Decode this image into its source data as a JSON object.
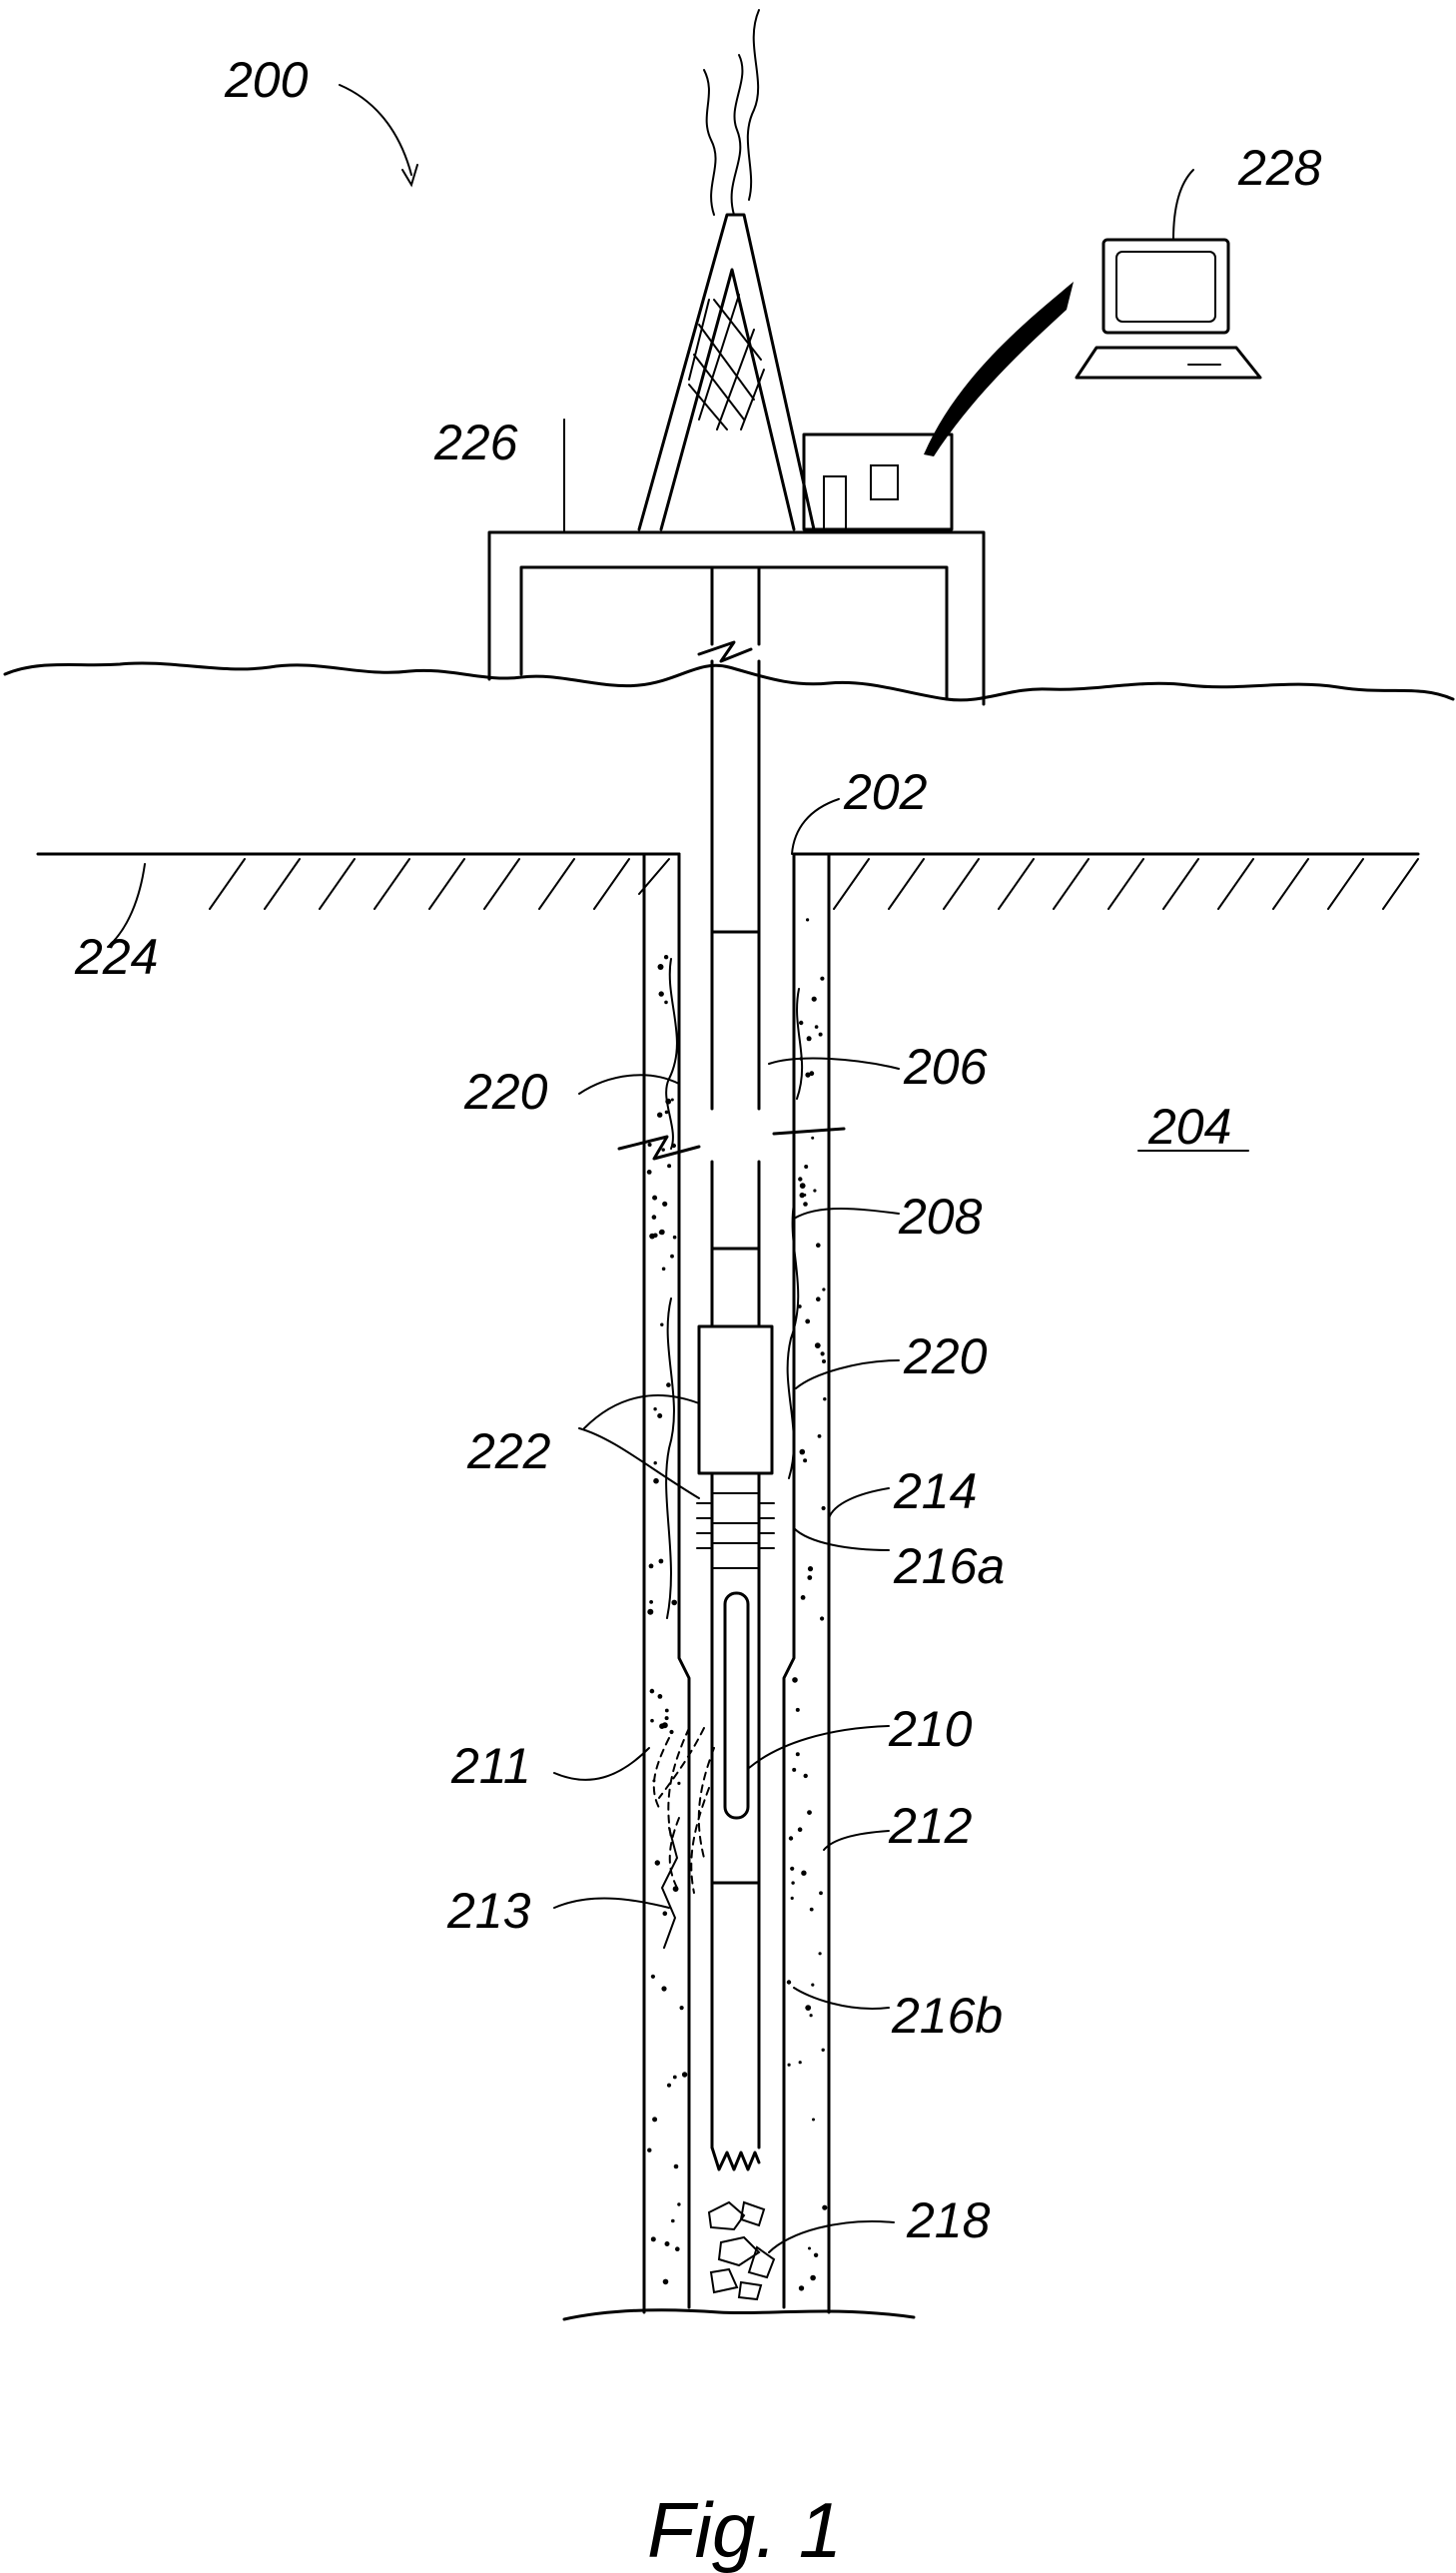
{
  "figure": {
    "caption": "Fig. 1",
    "labels": {
      "l200": "200",
      "l202": "202",
      "l204": "204",
      "l206": "206",
      "l208": "208",
      "l210": "210",
      "l211": "211",
      "l212": "212",
      "l213": "213",
      "l214": "214",
      "l216a": "216a",
      "l216b": "216b",
      "l218": "218",
      "l220a": "220",
      "l220b": "220",
      "l222": "222",
      "l224": "224",
      "l226": "226",
      "l228": "228"
    }
  }
}
